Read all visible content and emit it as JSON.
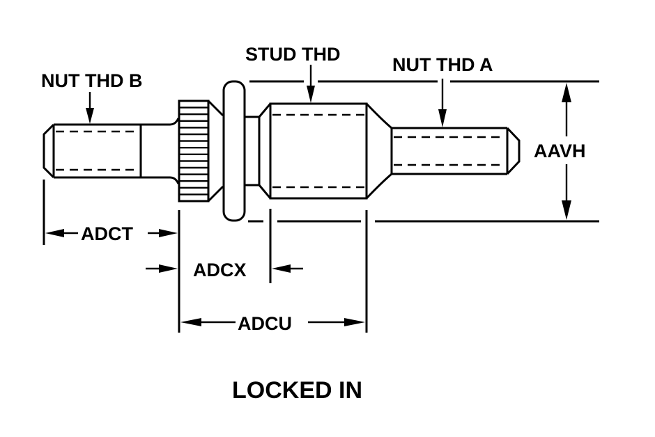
{
  "diagram": {
    "caption": "LOCKED IN",
    "labels": {
      "nut_thd_b": "NUT THD B",
      "stud_thd": "STUD THD",
      "nut_thd_a": "NUT THD A",
      "aavh": "AAVH",
      "adct": "ADCT",
      "adcx": "ADCX",
      "adcu": "ADCU"
    },
    "colors": {
      "line": "#000000",
      "background": "#ffffff"
    }
  }
}
